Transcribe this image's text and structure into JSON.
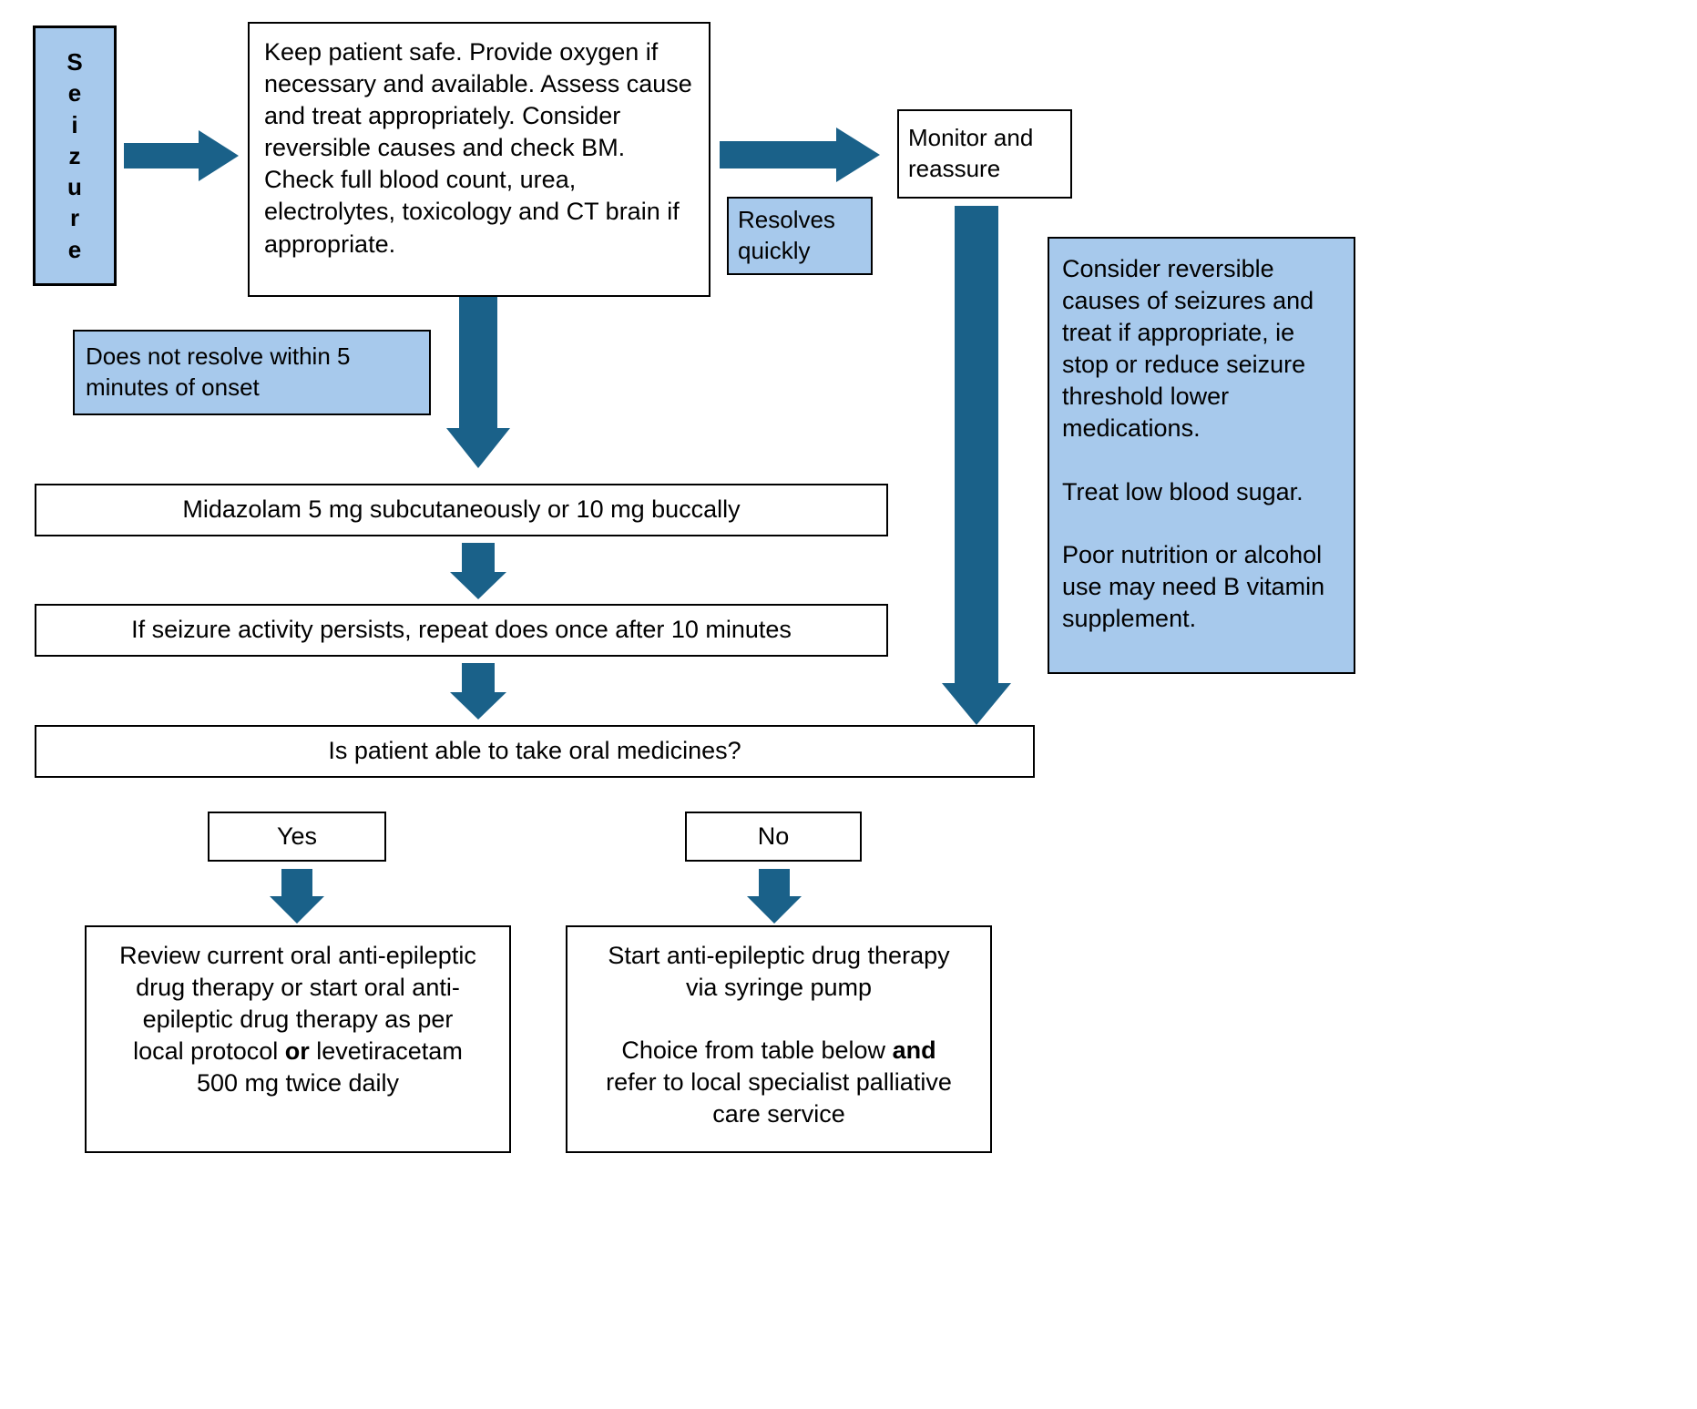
{
  "meta": {
    "title": "Seizure management flowchart",
    "accent_color": "#1a6189",
    "highlight_color": "#a7c9ec",
    "border_color": "#000000",
    "background_color": "#ffffff"
  },
  "nodes": {
    "seizure_label": {
      "letters": [
        "S",
        "e",
        "i",
        "z",
        "u",
        "r",
        "e"
      ],
      "text": "Seizure"
    },
    "initial_management": {
      "text": "Keep patient safe. Provide oxygen if necessary and available. Assess cause and treat appropriately. Consider reversible causes and check BM. Check full blood count, urea, electrolytes, toxicology and CT brain if appropriate."
    },
    "resolves_quickly": {
      "text": "Resolves quickly"
    },
    "monitor_reassure": {
      "text": "Monitor and reassure"
    },
    "reversible_causes": {
      "paragraph_1": "Consider reversible causes of seizures and treat if appropriate, ie stop or reduce seizure threshold lower medications.",
      "paragraph_2": "Treat low blood sugar.",
      "paragraph_3": "Poor nutrition or alcohol use may need B vitamin supplement."
    },
    "does_not_resolve": {
      "text": "Does not resolve within 5 minutes of onset"
    },
    "midazolam": {
      "text": "Midazolam 5 mg subcutaneously or 10 mg buccally"
    },
    "repeat_dose": {
      "text": "If seizure activity persists, repeat does once after 10 minutes"
    },
    "oral_question": {
      "text": "Is patient able to take oral medicines?"
    },
    "yes_branch": {
      "text": "Yes"
    },
    "no_branch": {
      "text": "No"
    },
    "oral_therapy": {
      "line_1": "Review current oral anti-epileptic",
      "line_2": "drug therapy or start oral anti-",
      "line_3": "epileptic drug therapy as per",
      "line_4_a": "local protocol ",
      "line_4_bold": "or",
      "line_4_b": " levetiracetam",
      "line_5": "500 mg twice daily"
    },
    "syringe_pump": {
      "line_1": "Start anti-epileptic drug therapy",
      "line_2": "via syringe pump",
      "line_3_a": "Choice from table below ",
      "line_3_bold": "and",
      "line_4": "refer to local specialist palliative",
      "line_5": "care service"
    }
  },
  "arrows": [
    {
      "name": "arrow-seizure-to-initial",
      "direction": "right"
    },
    {
      "name": "arrow-initial-to-monitor",
      "direction": "right"
    },
    {
      "name": "arrow-initial-to-midazolam",
      "direction": "down"
    },
    {
      "name": "arrow-monitor-to-oral-question",
      "direction": "down"
    },
    {
      "name": "arrow-midazolam-to-repeat",
      "direction": "down"
    },
    {
      "name": "arrow-repeat-to-question",
      "direction": "down"
    },
    {
      "name": "arrow-yes-to-oral-therapy",
      "direction": "down"
    },
    {
      "name": "arrow-no-to-syringe-pump",
      "direction": "down"
    }
  ]
}
